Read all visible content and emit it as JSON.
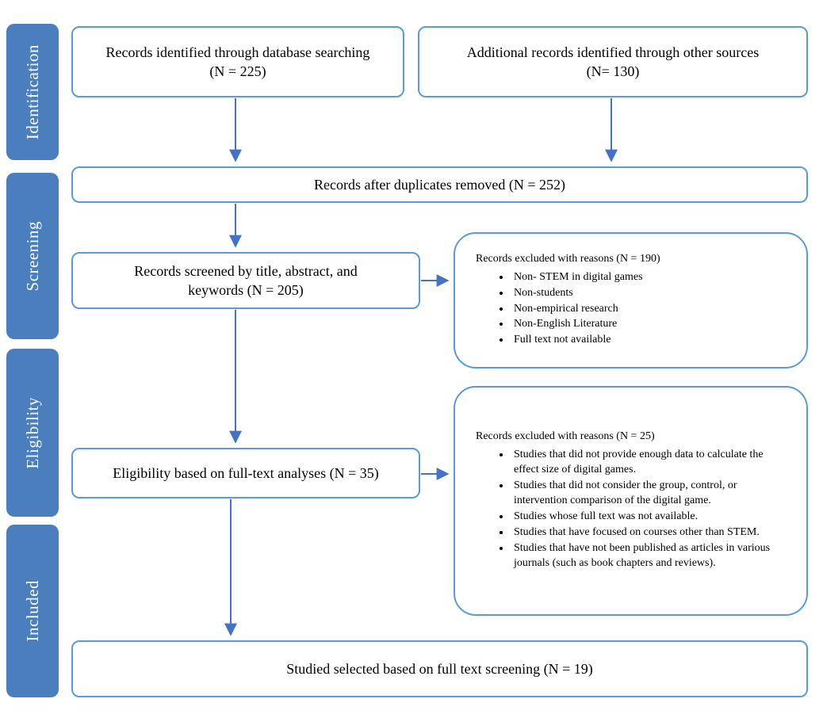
{
  "colors": {
    "stage-fill": "#4a7ebd",
    "stage-text": "#ffffff",
    "box-border": "#5b9bd5",
    "arrow-color": "#4472c4"
  },
  "stages": [
    {
      "label": "Identification"
    },
    {
      "label": "Screening"
    },
    {
      "label": "Eligibility"
    },
    {
      "label": "Included"
    }
  ],
  "boxes": {
    "database": "Records identified through database searching\n(N = 225)",
    "other_sources": "Additional records identified through other sources\n(N= 130)",
    "duplicates_removed": "Records after duplicates removed (N = 252)",
    "screened": "Records screened by title, abstract, and\nkeywords (N = 205)",
    "eligibility": "Eligibility based on full-text analyses (N = 35)",
    "included": "Studied selected based on full text screening (N = 19)"
  },
  "excluded_screening": {
    "title": "Records excluded with reasons (N = 190)",
    "items": [
      "Non- STEM in digital games",
      "Non-students",
      "Non-empirical research",
      "Non-English Literature",
      "Full text not available"
    ]
  },
  "excluded_eligibility": {
    "title": "Records excluded with reasons (N = 25)",
    "items": [
      "Studies that did not provide enough data to calculate the effect size of digital games.",
      "Studies that did not consider the group, control, or intervention comparison of the digital game.",
      "Studies whose full text was not available.",
      "Studies that have focused on courses other than STEM.",
      "Studies that have not been published as articles in various journals (such as book chapters and reviews)."
    ]
  }
}
